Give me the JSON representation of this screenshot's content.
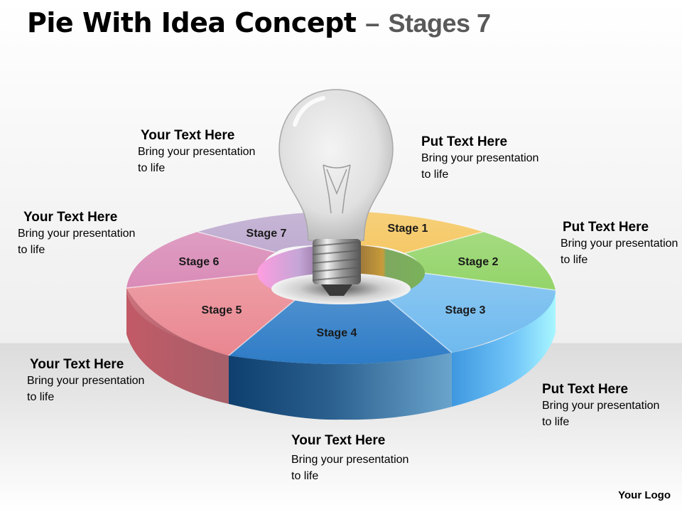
{
  "slide": {
    "title_main": "Pie With Idea Concept",
    "title_sep": "–",
    "title_sub": "Stages 7",
    "logo": "Your Logo"
  },
  "stages": [
    {
      "label": "Stage 1",
      "color": "#F2B632"
    },
    {
      "label": "Stage 2",
      "color": "#7DCB4A"
    },
    {
      "label": "Stage 3",
      "color": "#6BB8EE"
    },
    {
      "label": "Stage 4",
      "color": "#2E7CC6"
    },
    {
      "label": "Stage 5",
      "color": "#E9848E"
    },
    {
      "label": "Stage 6",
      "color": "#D173A8"
    },
    {
      "label": "Stage 7",
      "color": "#A98FC0"
    }
  ],
  "callouts": [
    {
      "heading": "Your Text Here",
      "body": "Bring your presentation to life"
    },
    {
      "heading": "Put Text Here",
      "body": "Bring your presentation to life"
    },
    {
      "heading": "Your Text Here",
      "body": "Bring your presentation to life"
    },
    {
      "heading": "Put Text Here",
      "body": "Bring your presentation to life"
    },
    {
      "heading": "Your Text Here",
      "body": "Bring your presentation to life"
    },
    {
      "heading": "Put Text Here",
      "body": "Bring your presentation to life"
    },
    {
      "heading": "Your Text Here",
      "body": "Bring your presentation to life"
    }
  ],
  "center_icon": "lightbulb-icon"
}
